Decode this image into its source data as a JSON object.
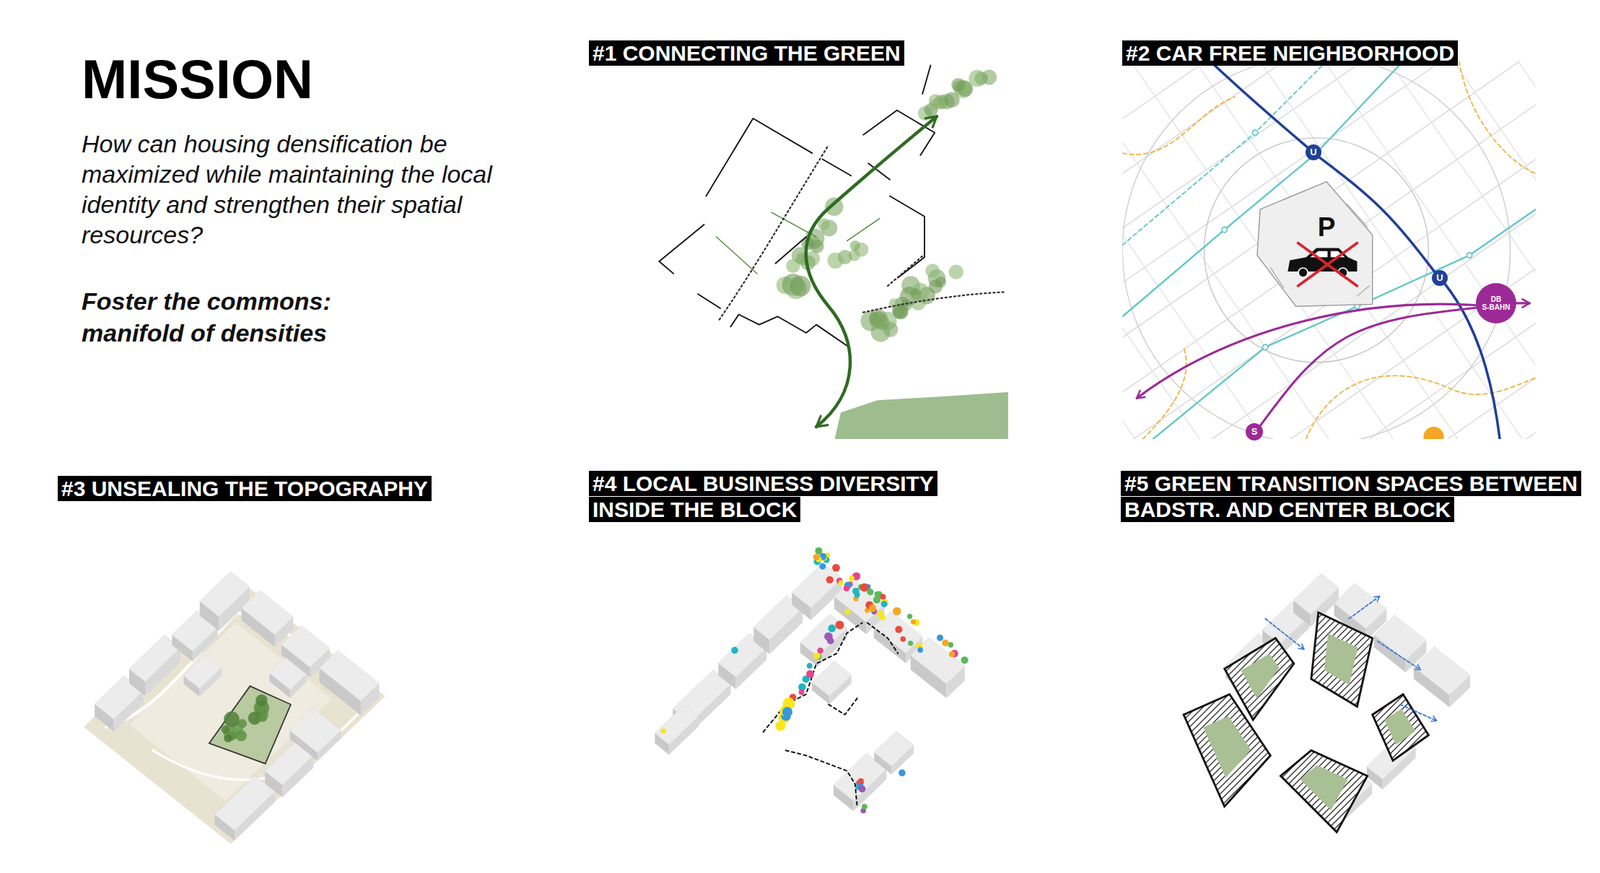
{
  "diagram": {
    "title": "MISSION",
    "nodes": [
      {
        "text": [
          "#1 CONNECTING THE GREEN"
        ]
      },
      {
        "text": [
          "#2 CAR FREE NEIGHBORHOOD"
        ]
      },
      {
        "text": [
          "U"
        ]
      },
      {
        "text": [
          "U"
        ]
      },
      {
        "text": [
          "DB",
          "S-BAHN"
        ]
      },
      {
        "text": [
          "S"
        ]
      },
      {
        "text": [
          "#3 UNSEALING THE TOPOGRAPHY"
        ]
      },
      {
        "text": [
          "#4 LOCAL BUSINESS DIVERSITY INSIDE THE BLOCK"
        ]
      },
      {
        "text": [
          "#5 GREEN TRANSITION SPACES BETWEEN BADSTR. AND CENTER BLOCK"
        ]
      }
    ],
    "edges": [
      {
        "from": 2,
        "to": 3,
        "arrow": "none"
      },
      {
        "from": 5,
        "to": 4,
        "arrow": "none"
      }
    ],
    "labels": [
      "How can housing densification be maximized while maintaining the local identity and strengthen their spatial resources?",
      "Foster the commons: manifold of densities",
      "P"
    ]
  }
}
